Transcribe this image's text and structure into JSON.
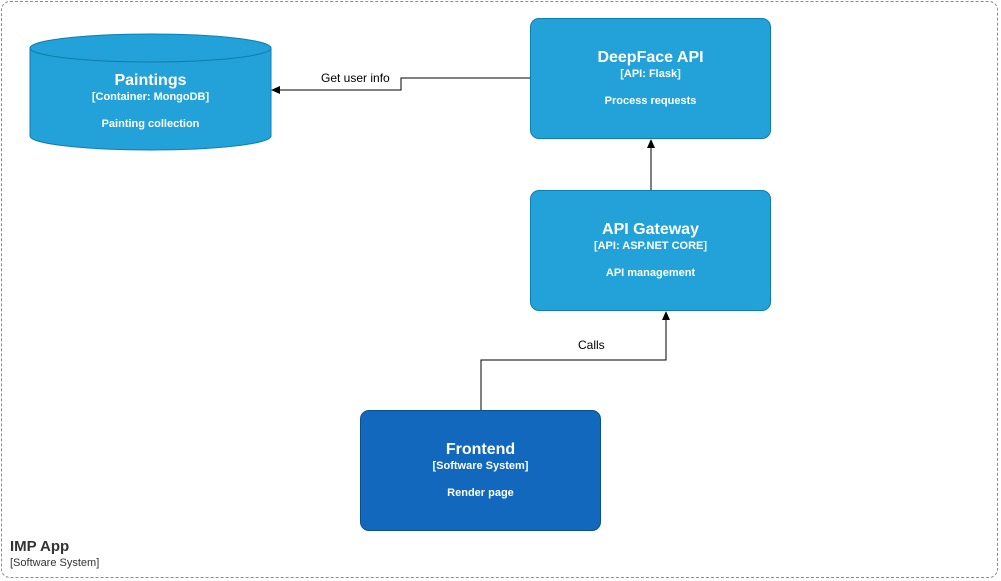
{
  "boundary": {
    "title": "IMP App",
    "subtitle": "[Software System]"
  },
  "nodes": {
    "paintings": {
      "name": "Paintings",
      "tech": "[Container: MongoDB]",
      "desc": "Painting collection",
      "shape": "cylinder",
      "color": "#23a2d9"
    },
    "deepface": {
      "name": "DeepFace API",
      "tech": "[API: Flask]",
      "desc": "Process requests",
      "color": "#23a2d9"
    },
    "gateway": {
      "name": "API Gateway",
      "tech": "[API: ASP.NET CORE]",
      "desc": "API management",
      "color": "#23a2d9"
    },
    "frontend": {
      "name": "Frontend",
      "tech": "[Software System]",
      "desc": "Render page",
      "color": "#1168bd"
    }
  },
  "edges": [
    {
      "from": "deepface",
      "to": "paintings",
      "label": "Get user info"
    },
    {
      "from": "gateway",
      "to": "deepface",
      "label": ""
    },
    {
      "from": "frontend",
      "to": "gateway",
      "label": "Calls"
    }
  ]
}
